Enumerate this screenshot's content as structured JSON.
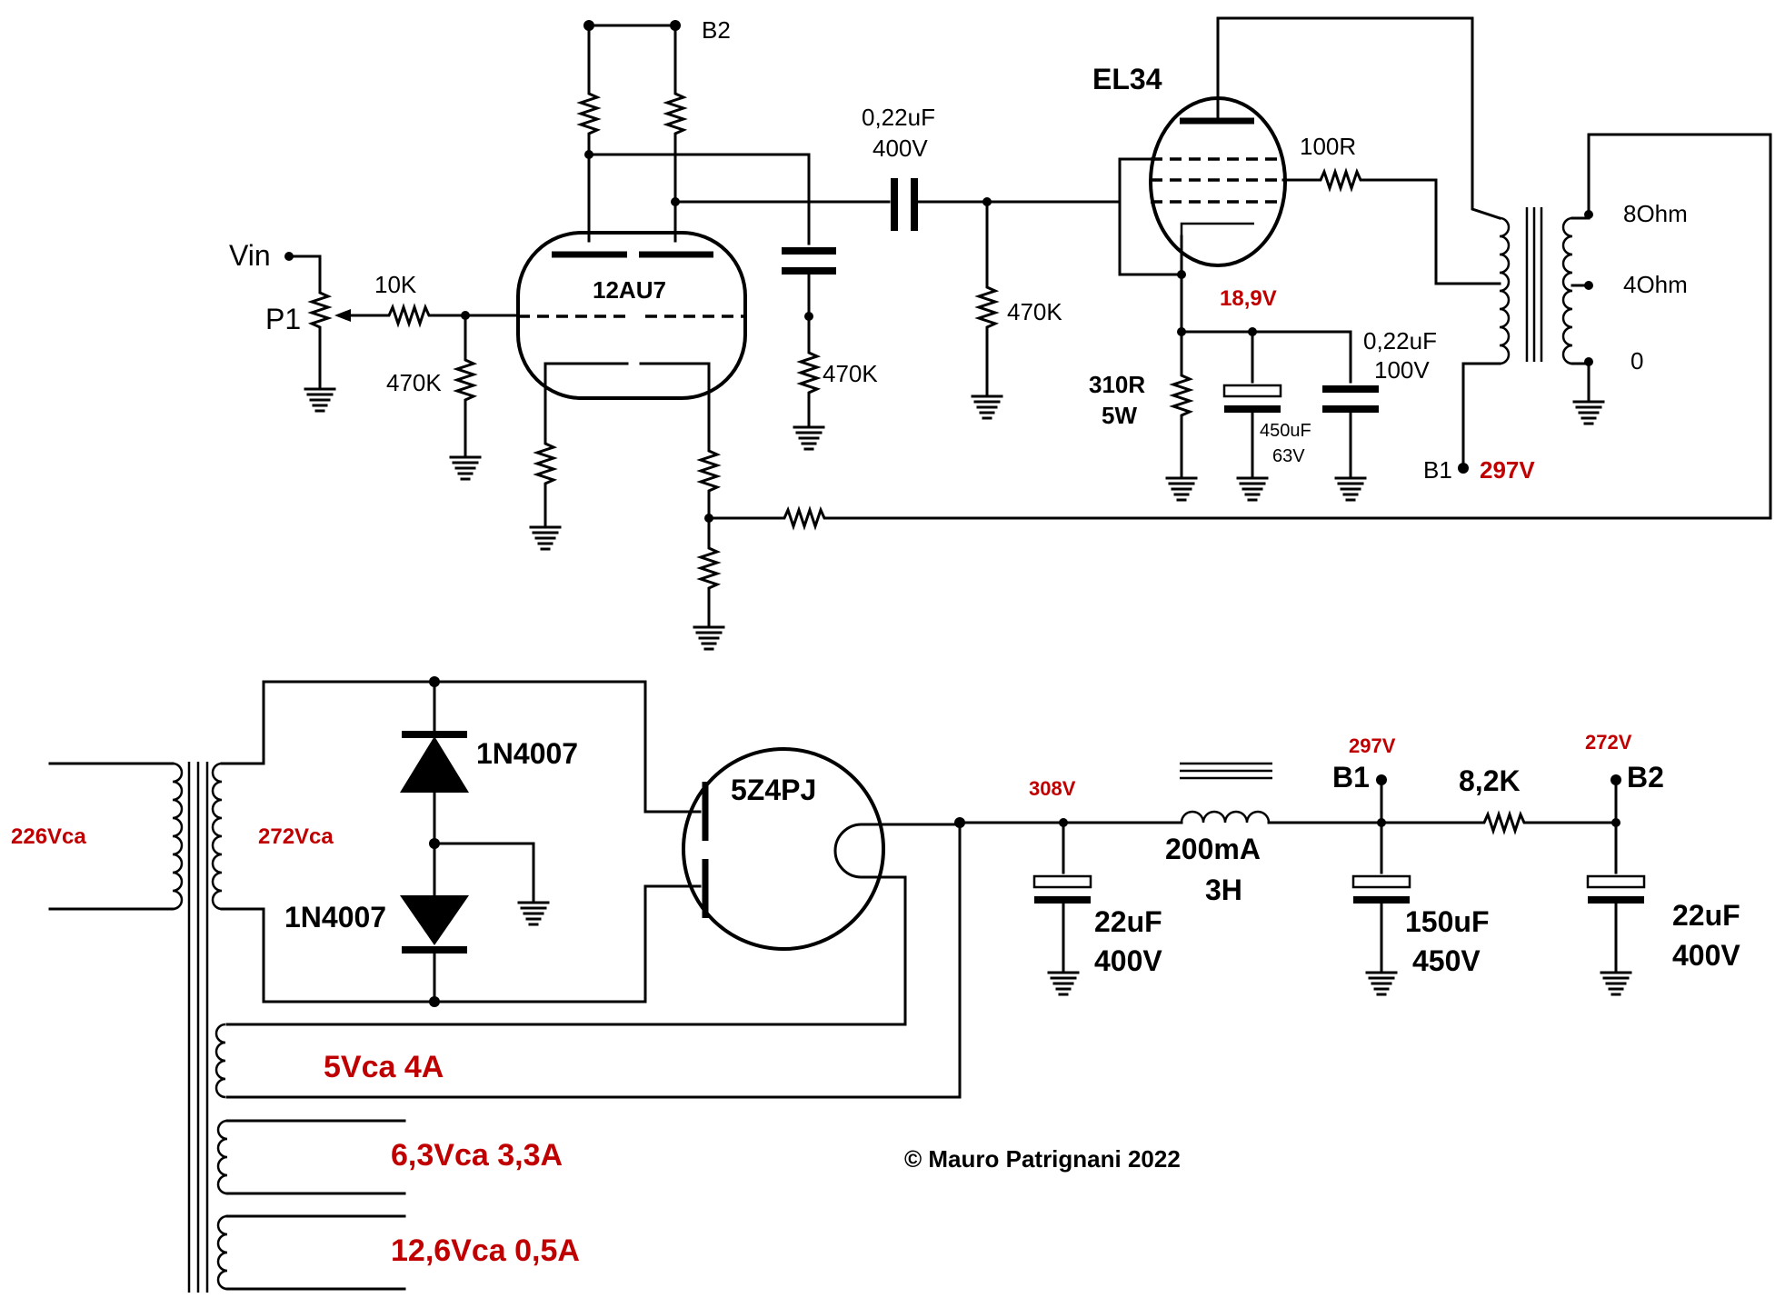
{
  "labels": {
    "b2_top": "B2",
    "el34": "EL34",
    "c_coupling_value": "0,22uF",
    "c_coupling_voltage": "400V",
    "r_screen": "100R",
    "ohm8": "8Ohm",
    "ohm4": "4Ohm",
    "ohm0": "0",
    "vin": "Vin",
    "p1": "P1",
    "r10k": "10K",
    "tube_12au7": "12AU7",
    "r_grid_el34": "470K",
    "r_grid_in": "470K",
    "r_plate_load": "470K",
    "cathode_voltage": "18,9V",
    "c_cathode2_value": "0,22uF",
    "c_cathode2_voltage": "100V",
    "r_cathode_value": "310R",
    "r_cathode_power": "5W",
    "c_cathode1_value": "450uF",
    "c_cathode1_voltage": "63V",
    "b1_output": "B1",
    "b1_output_voltage": "297V",
    "diode_top": "1N4007",
    "diode_bottom": "1N4007",
    "rectifier": "5Z4PJ",
    "mains_voltage": "226Vca",
    "secondary_voltage": "272Vca",
    "filament_5v": "5Vca 4A",
    "filament_63v": "6,3Vca 3,3A",
    "filament_126v": "12,6Vca 0,5A",
    "v308": "308V",
    "choke_current": "200mA",
    "choke_inductance": "3H",
    "v297": "297V",
    "b1_supply": "B1",
    "r_82k": "8,2K",
    "v272": "272V",
    "b2_supply": "B2",
    "c1_value": "22uF",
    "c1_voltage": "400V",
    "c2_value": "150uF",
    "c2_voltage": "450V",
    "c3_value": "22uF",
    "c3_voltage": "400V",
    "copyright": "© Mauro Patrignani 2022"
  },
  "colors": {
    "wire": "#000000",
    "annotation_red": "#c00000",
    "background": "#ffffff"
  }
}
